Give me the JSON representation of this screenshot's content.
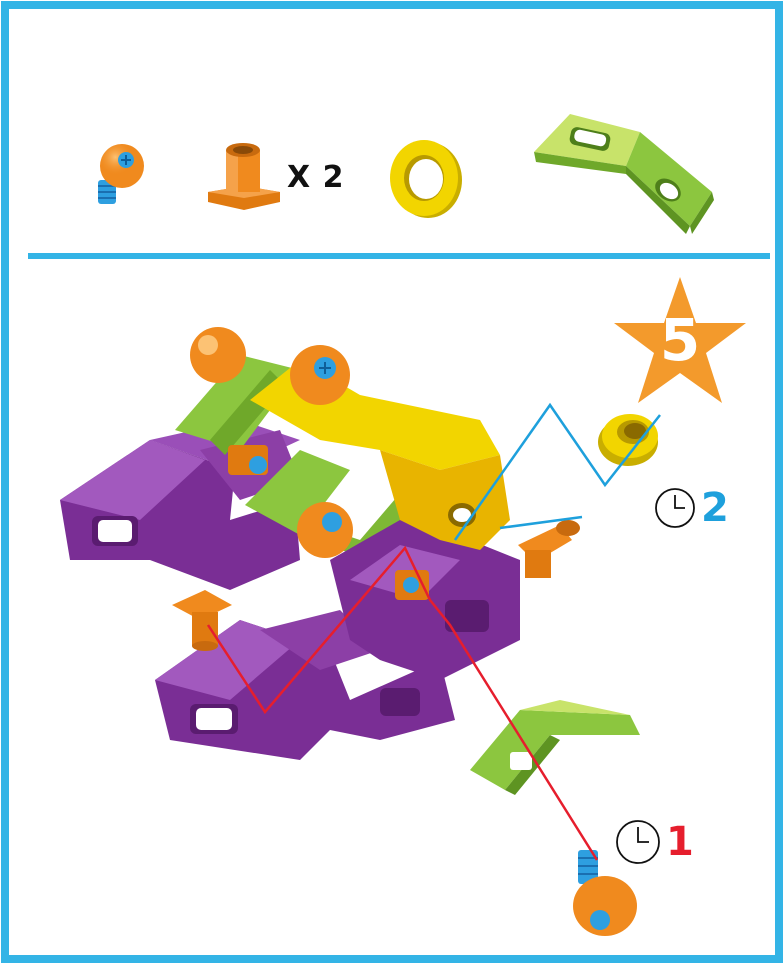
{
  "colors": {
    "frame_blue": "#33B4E6",
    "part_orange": "#F08A1E",
    "part_purple": "#8C3FA6",
    "part_green": "#8CC63F",
    "part_yellow": "#F2D500",
    "screw_blue": "#2E9FE0",
    "order_red": "#E61E2D",
    "order_blue": "#1EA0DC",
    "star_orange": "#F39A2C"
  },
  "parts_list": {
    "items": [
      {
        "icon": "screw-icon"
      },
      {
        "icon": "spacer-icon",
        "quantity": "X 2"
      },
      {
        "icon": "washer-icon"
      },
      {
        "icon": "green-angle-bracket-icon"
      }
    ]
  },
  "step": {
    "number": "5"
  },
  "sequence": [
    {
      "order": "1",
      "icon": "clock-icon",
      "color": "#E61E2D"
    },
    {
      "order": "2",
      "icon": "clock-icon",
      "color": "#1EA0DC"
    }
  ]
}
